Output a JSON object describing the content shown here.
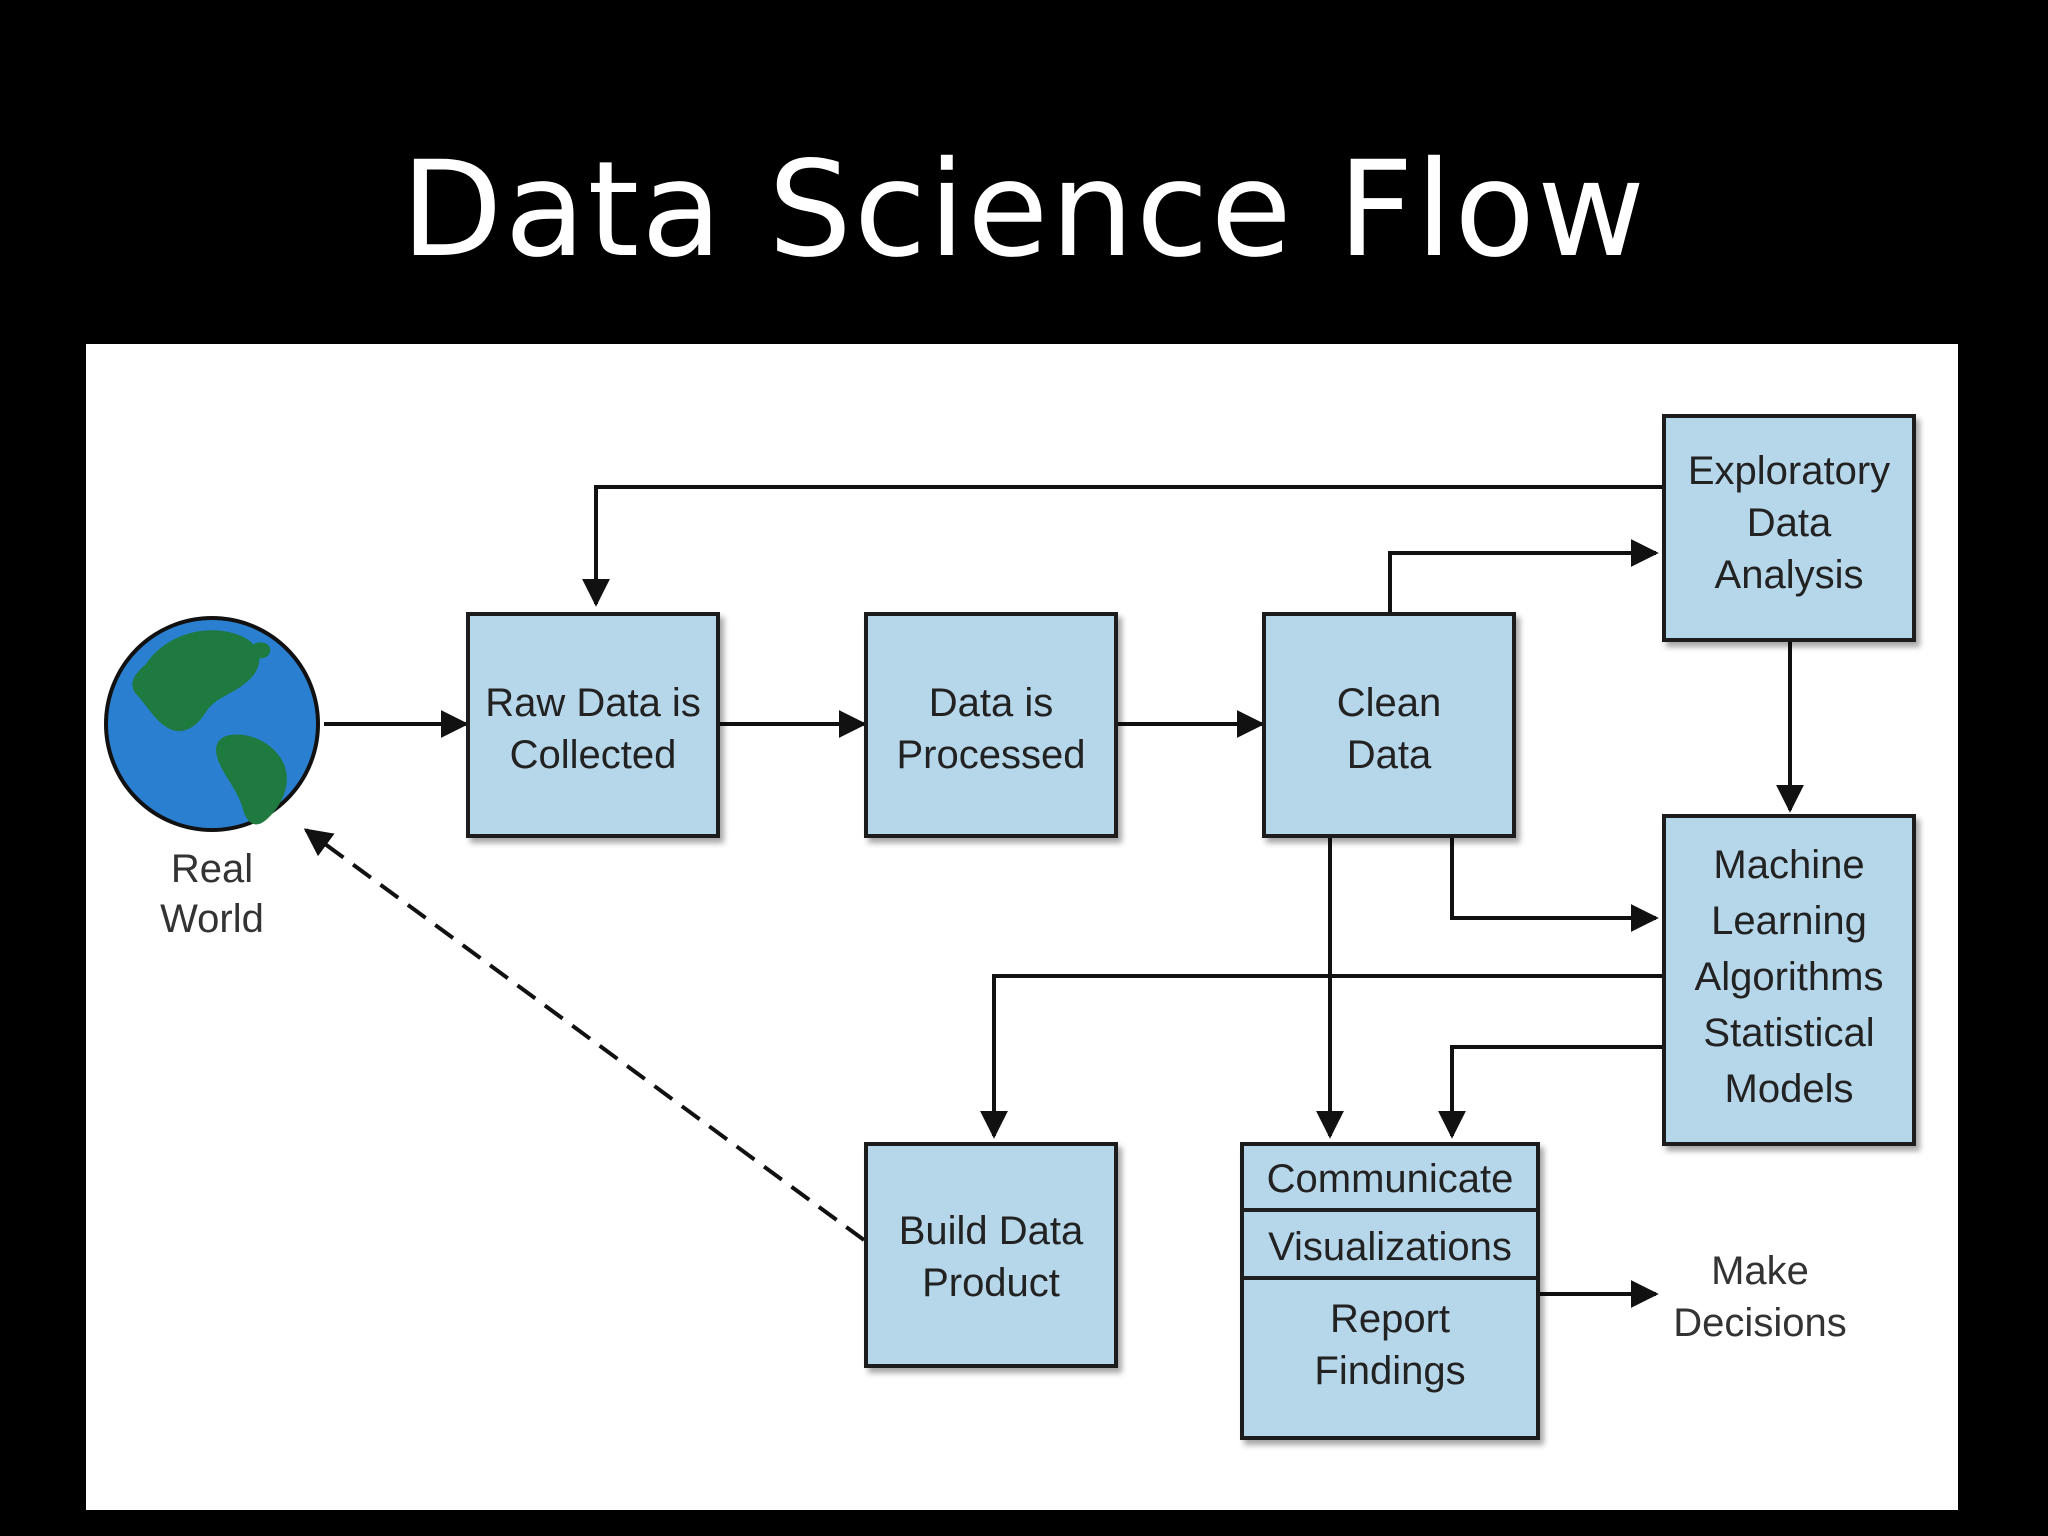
{
  "title": "Data Science Flow",
  "colors": {
    "background": "#000000",
    "panel": "#ffffff",
    "box_fill": "#b6d6ea",
    "box_border": "#1f1f1f",
    "earth_ocean": "#2b7fd1",
    "earth_land": "#1e7a3e"
  },
  "diagram": {
    "real_world": {
      "line1": "Real",
      "line2": "World"
    },
    "raw_data": {
      "line1": "Raw Data is",
      "line2": "Collected"
    },
    "processed": {
      "line1": "Data is",
      "line2": "Processed"
    },
    "clean": {
      "line1": "Clean",
      "line2": "Data"
    },
    "eda": {
      "line1": "Exploratory",
      "line2": "Data",
      "line3": "Analysis"
    },
    "ml": {
      "line1": "Machine",
      "line2": "Learning",
      "line3": "Algorithms",
      "line4": "Statistical",
      "line5": "Models"
    },
    "build": {
      "line1": "Build Data",
      "line2": "Product"
    },
    "communicate": {
      "row1": "Communicate",
      "row2": "Visualizations",
      "row3_line1": "Report",
      "row3_line2": "Findings"
    },
    "decisions": {
      "line1": "Make",
      "line2": "Decisions"
    }
  }
}
